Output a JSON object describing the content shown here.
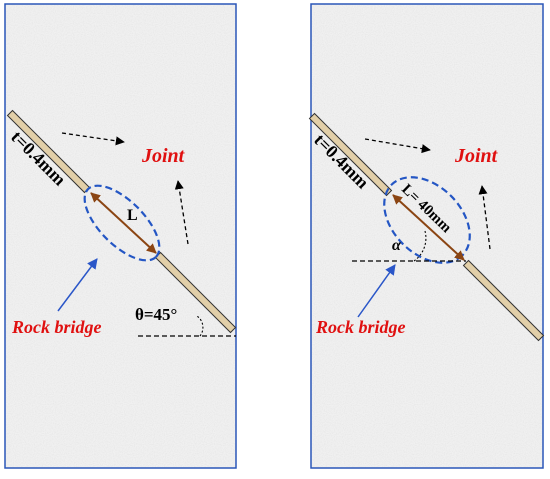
{
  "colors": {
    "panel_border": "#2a56b8",
    "ellipse": "#2456c4",
    "arrow_blue": "#2a56c8",
    "bridge_line": "#8b4513",
    "joint_fill": "#e2cfa8",
    "label_red": "#e01010",
    "rock_texture": "#dcdcdc"
  },
  "left_panel": {
    "thickness_label": "t=0.4mm",
    "joint_label": "Joint",
    "bridge_length_label": "L",
    "rock_bridge_label": "Rock bridge",
    "angle_label": "θ=45°"
  },
  "right_panel": {
    "thickness_label": "t=0.4mm",
    "joint_label": "Joint",
    "bridge_length_label": "L= 40mm",
    "rock_bridge_label": "Rock bridge",
    "angle_label": "α"
  }
}
